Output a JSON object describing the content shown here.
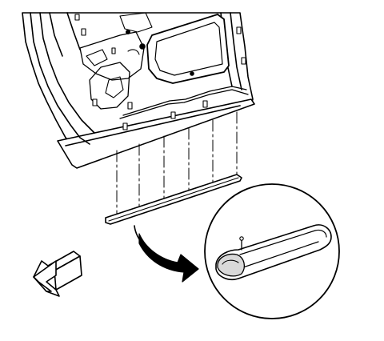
{
  "colors": {
    "background": "#ffffff",
    "line": "#000000",
    "fill": "#ffffff",
    "shade": "#d9d9d9"
  },
  "icons": [
    "door-inner-panel",
    "water-deflector-strip",
    "sealing-strip",
    "curved-callout-arrow",
    "magnified-detail-circle",
    "edge-trim-detail",
    "direction-arrow-outboard"
  ]
}
